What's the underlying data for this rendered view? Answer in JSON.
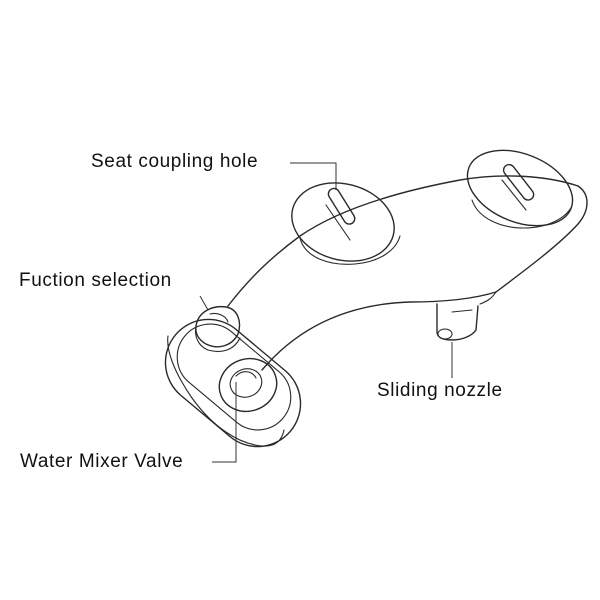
{
  "labels": {
    "seat_coupling_hole": "Seat coupling hole",
    "function_selection": "Fuction selection",
    "sliding_nozzle": "Sliding nozzle",
    "water_mixer_valve": "Water Mixer Valve"
  },
  "colors": {
    "line": "#2a2a2a",
    "background": "#ffffff"
  }
}
